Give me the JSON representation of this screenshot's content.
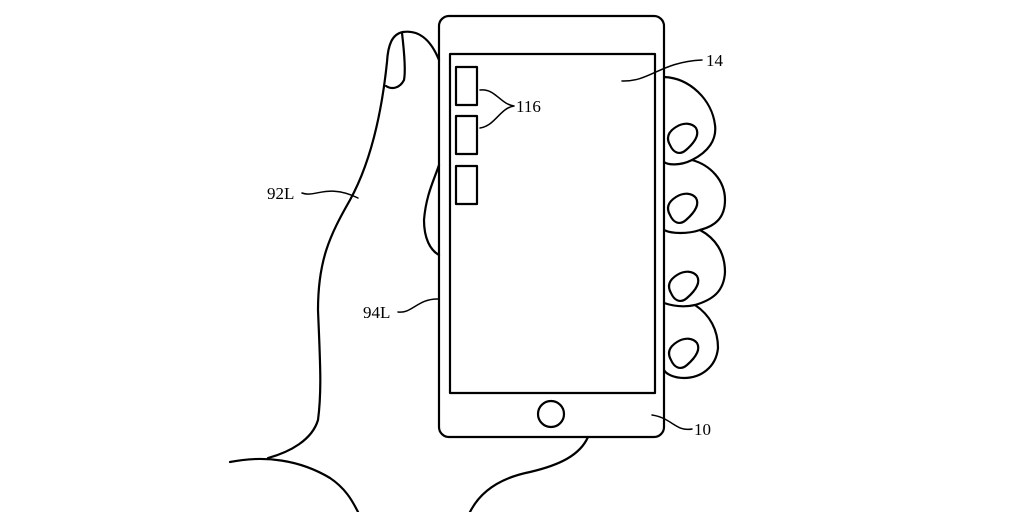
{
  "figure": {
    "labels": {
      "hand": "92L",
      "finger_contact": "94L",
      "device": "10",
      "display": "14",
      "icons": "116"
    },
    "icon_count": 3
  }
}
